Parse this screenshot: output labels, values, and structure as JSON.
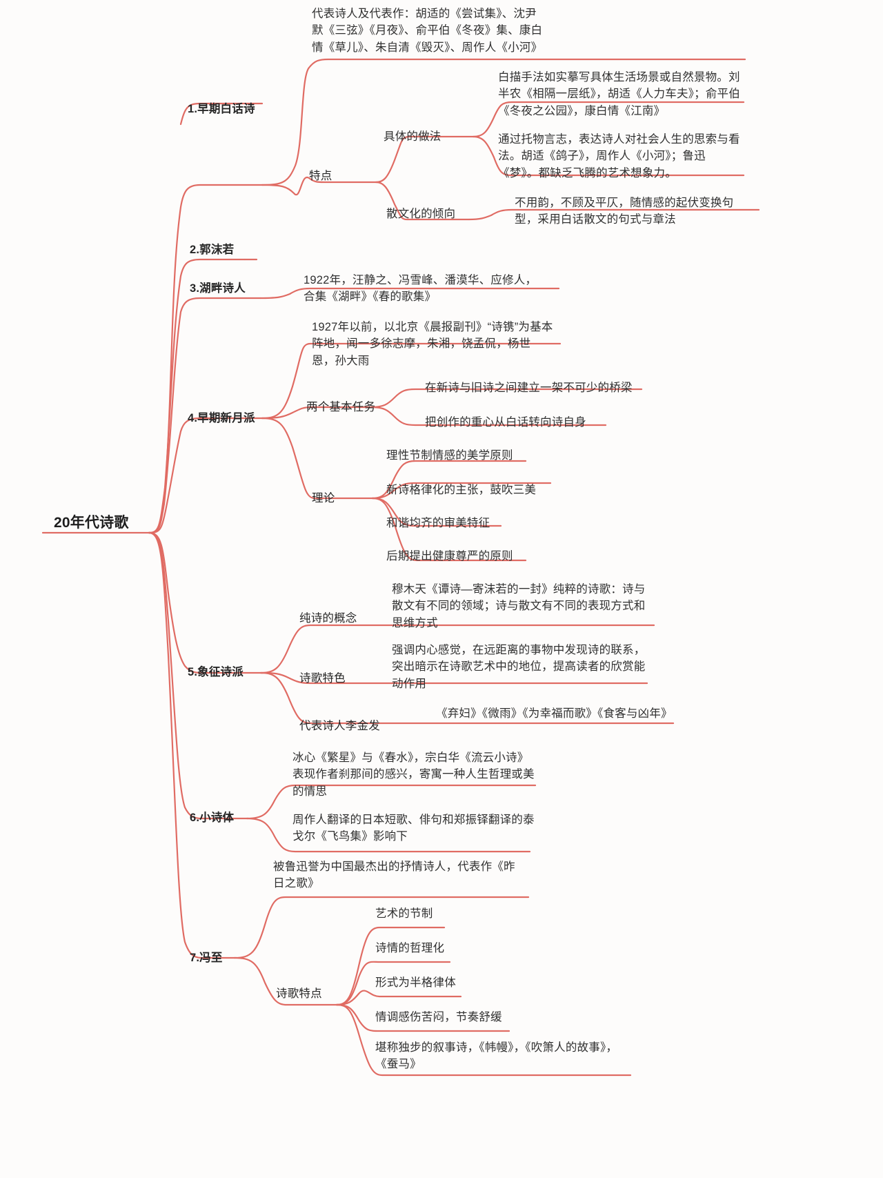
{
  "map": {
    "root": "20年代诗歌",
    "accent_color": "#e06b63",
    "background_color": "#fdfcfb",
    "text_color": "#2b2b2b",
    "branches": [
      {
        "label": "1.早期白话诗",
        "children": [
          {
            "label": "代表诗人及代表作：胡适的《尝试集》、沈尹默《三弦》《月夜》、俞平伯《冬夜》集、康白情《草儿》、朱自清《毁灭》、周作人《小河》",
            "children": []
          },
          {
            "label": "特点",
            "children": [
              {
                "label": "具体的做法",
                "children": [
                  {
                    "label": "白描手法如实摹写具体生活场景或自然景物。刘半农《相隔一层纸》，胡适《人力车夫》；俞平伯《冬夜之公园》，康白情《江南》",
                    "children": []
                  },
                  {
                    "label": "通过托物言志，表达诗人对社会人生的思索与看法。胡适《鸽子》，周作人《小河》；鲁迅《梦》。都缺乏飞腾的艺术想象力。",
                    "children": []
                  }
                ]
              },
              {
                "label": "散文化的倾向",
                "children": [
                  {
                    "label": "不用韵，不顾及平仄，随情感的起伏变换句型，采用白话散文的句式与章法",
                    "children": []
                  }
                ]
              }
            ]
          }
        ]
      },
      {
        "label": "2.郭沫若",
        "children": []
      },
      {
        "label": "3.湖畔诗人",
        "children": [
          {
            "label": "1922年，汪静之、冯雪峰、潘漠华、应修人，合集《湖畔》《春的歌集》",
            "children": []
          }
        ]
      },
      {
        "label": "4.早期新月派",
        "children": [
          {
            "label": "1927年以前，以北京《晨报副刊》“诗镌”为基本阵地，闻一多徐志摩，朱湘，饶孟侃，杨世恩，孙大雨",
            "children": []
          },
          {
            "label": "两个基本任务",
            "children": [
              {
                "label": "在新诗与旧诗之间建立一架不可少的桥梁",
                "children": []
              },
              {
                "label": "把创作的重心从白话转向诗自身",
                "children": []
              }
            ]
          },
          {
            "label": "理论",
            "children": [
              {
                "label": "理性节制情感的美学原则",
                "children": []
              },
              {
                "label": "新诗格律化的主张，鼓吹三美",
                "children": []
              },
              {
                "label": "和谐均齐的审美特征",
                "children": []
              },
              {
                "label": "后期提出健康尊严的原则",
                "children": []
              }
            ]
          }
        ]
      },
      {
        "label": "5.象征诗派",
        "children": [
          {
            "label": "纯诗的概念",
            "children": [
              {
                "label": "穆木天《谭诗—寄沫若的一封》纯粹的诗歌：诗与散文有不同的领域；诗与散文有不同的表现方式和思维方式",
                "children": []
              }
            ]
          },
          {
            "label": "诗歌特色",
            "children": [
              {
                "label": "强调内心感觉，在远距离的事物中发现诗的联系，突出暗示在诗歌艺术中的地位，提高读者的欣赏能动作用",
                "children": []
              }
            ]
          },
          {
            "label": "代表诗人李金发",
            "children": [
              {
                "label": "《弃妇》《微雨》《为幸福而歌》《食客与凶年》",
                "children": []
              }
            ]
          }
        ]
      },
      {
        "label": "6.小诗体",
        "children": [
          {
            "label": "冰心《繁星》与《春水》，宗白华《流云小诗》表现作者刹那间的感兴，寄寓一种人生哲理或美的情思",
            "children": []
          },
          {
            "label": "周作人翻译的日本短歌、俳句和郑振铎翻译的泰戈尔《飞鸟集》影响下",
            "children": []
          }
        ]
      },
      {
        "label": "7.冯至",
        "children": [
          {
            "label": "被鲁迅誉为中国最杰出的抒情诗人，代表作《昨日之歌》",
            "children": []
          },
          {
            "label": "诗歌特点",
            "children": [
              {
                "label": "艺术的节制",
                "children": []
              },
              {
                "label": "诗情的哲理化",
                "children": []
              },
              {
                "label": "形式为半格律体",
                "children": []
              },
              {
                "label": "情调感伤苦闷，节奏舒缓",
                "children": []
              },
              {
                "label": "堪称独步的叙事诗，《帏幔》，《吹箫人的故事》，《蚕马》",
                "children": []
              }
            ]
          }
        ]
      }
    ]
  }
}
